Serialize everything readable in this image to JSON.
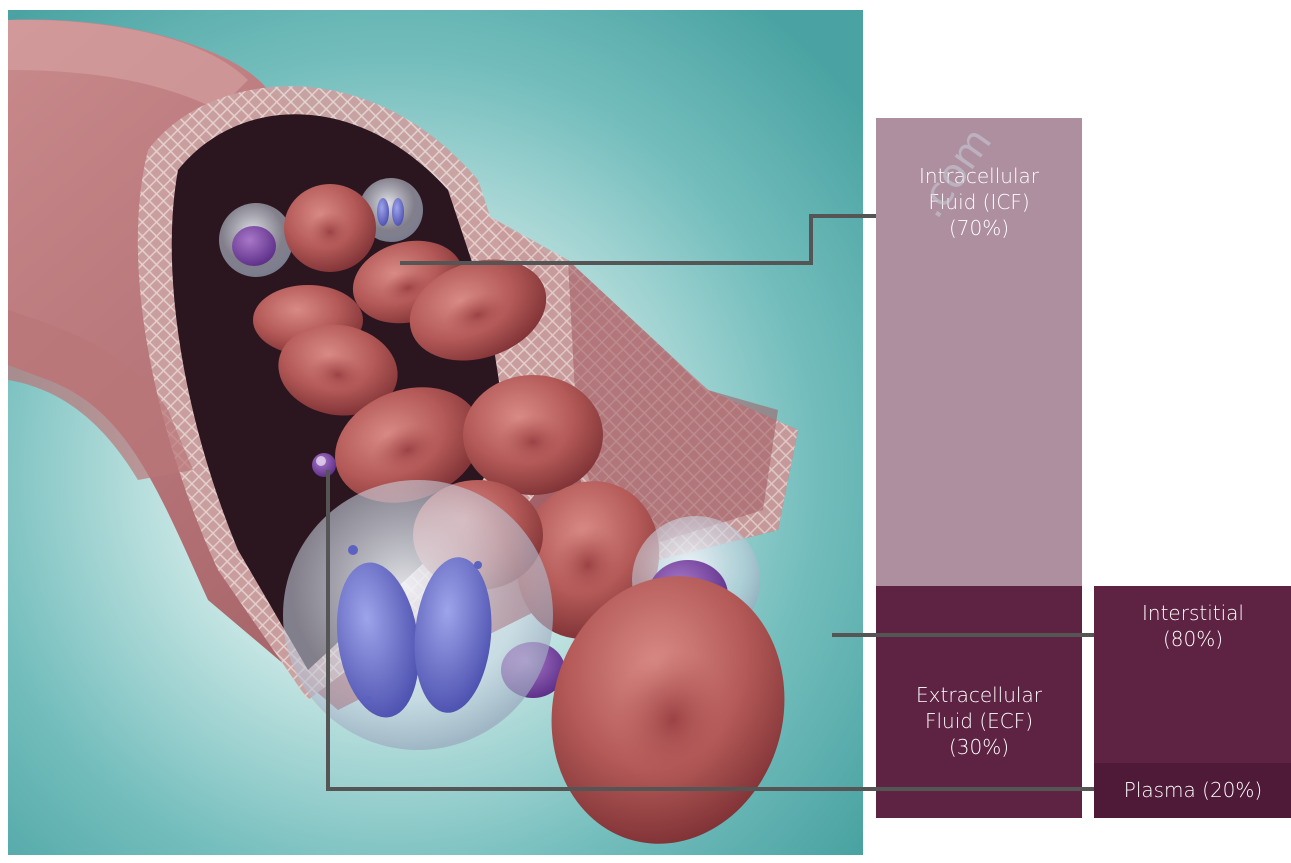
{
  "colors": {
    "icf": "#ae8fa0",
    "ecf": "#5e2343",
    "interstitial": "#5e2343",
    "plasma": "#4f1a37",
    "leader": "#555555",
    "background_teal": "#4ea9a8"
  },
  "compartments": {
    "icf": {
      "name_line1": "Intracellular",
      "name_line2": "Fluid (ICF)",
      "percent": "(70%)"
    },
    "ecf": {
      "name_line1": "Extracellular",
      "name_line2": "Fluid (ECF)",
      "percent": "(30%)"
    },
    "interstitial": {
      "name": "Interstitial",
      "percent": "(80%)"
    },
    "plasma": {
      "label": "Plasma (20%)"
    }
  },
  "watermark": {
    "text": ".com"
  }
}
